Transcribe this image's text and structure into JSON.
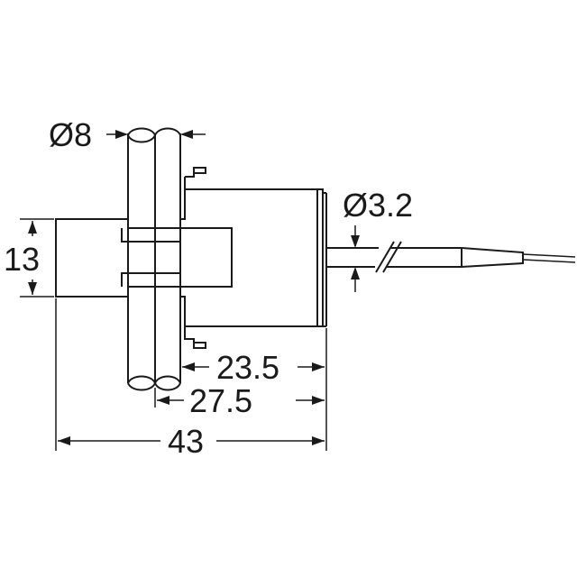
{
  "dimensions": {
    "rod_diameter": "Ø8",
    "cable_diameter": "Ø3.2",
    "height": "13",
    "dim_23_5": "23.5",
    "dim_27_5": "27.5",
    "overall_length": "43"
  },
  "colors": {
    "line": "#1a1a1a",
    "background": "#ffffff"
  }
}
